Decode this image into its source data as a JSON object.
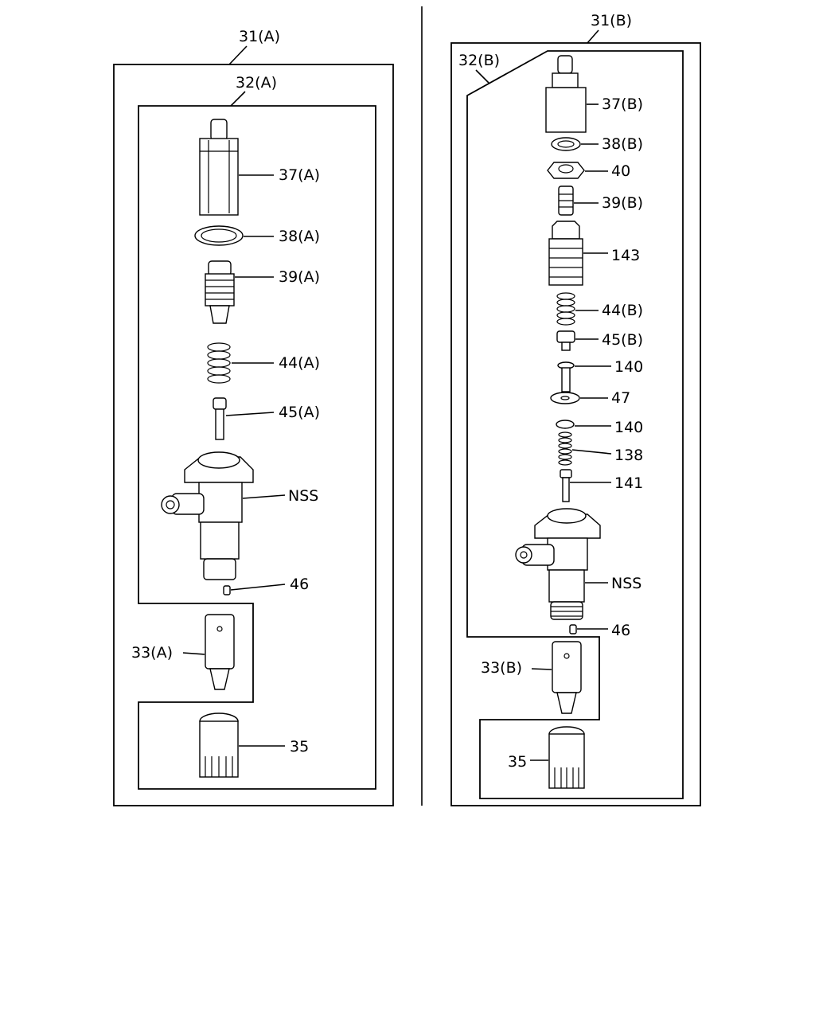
{
  "panels": {
    "left": {
      "assembly_label": "31(A)",
      "subassembly_label": "32(A)",
      "callouts": {
        "c37": "37(A)",
        "c38": "38(A)",
        "c39": "39(A)",
        "c44": "44(A)",
        "c45": "45(A)",
        "cNSS": "NSS",
        "c46": "46",
        "c33": "33(A)",
        "c35": "35"
      }
    },
    "right": {
      "assembly_label": "31(B)",
      "subassembly_label": "32(B)",
      "callouts": {
        "c37": "37(B)",
        "c38": "38(B)",
        "c40": "40",
        "c39": "39(B)",
        "c143": "143",
        "c44": "44(B)",
        "c45": "45(B)",
        "c140a": "140",
        "c47": "47",
        "c140b": "140",
        "c138": "138",
        "c141": "141",
        "cNSS": "NSS",
        "c46": "46",
        "c33": "33(B)",
        "c35": "35"
      }
    }
  }
}
